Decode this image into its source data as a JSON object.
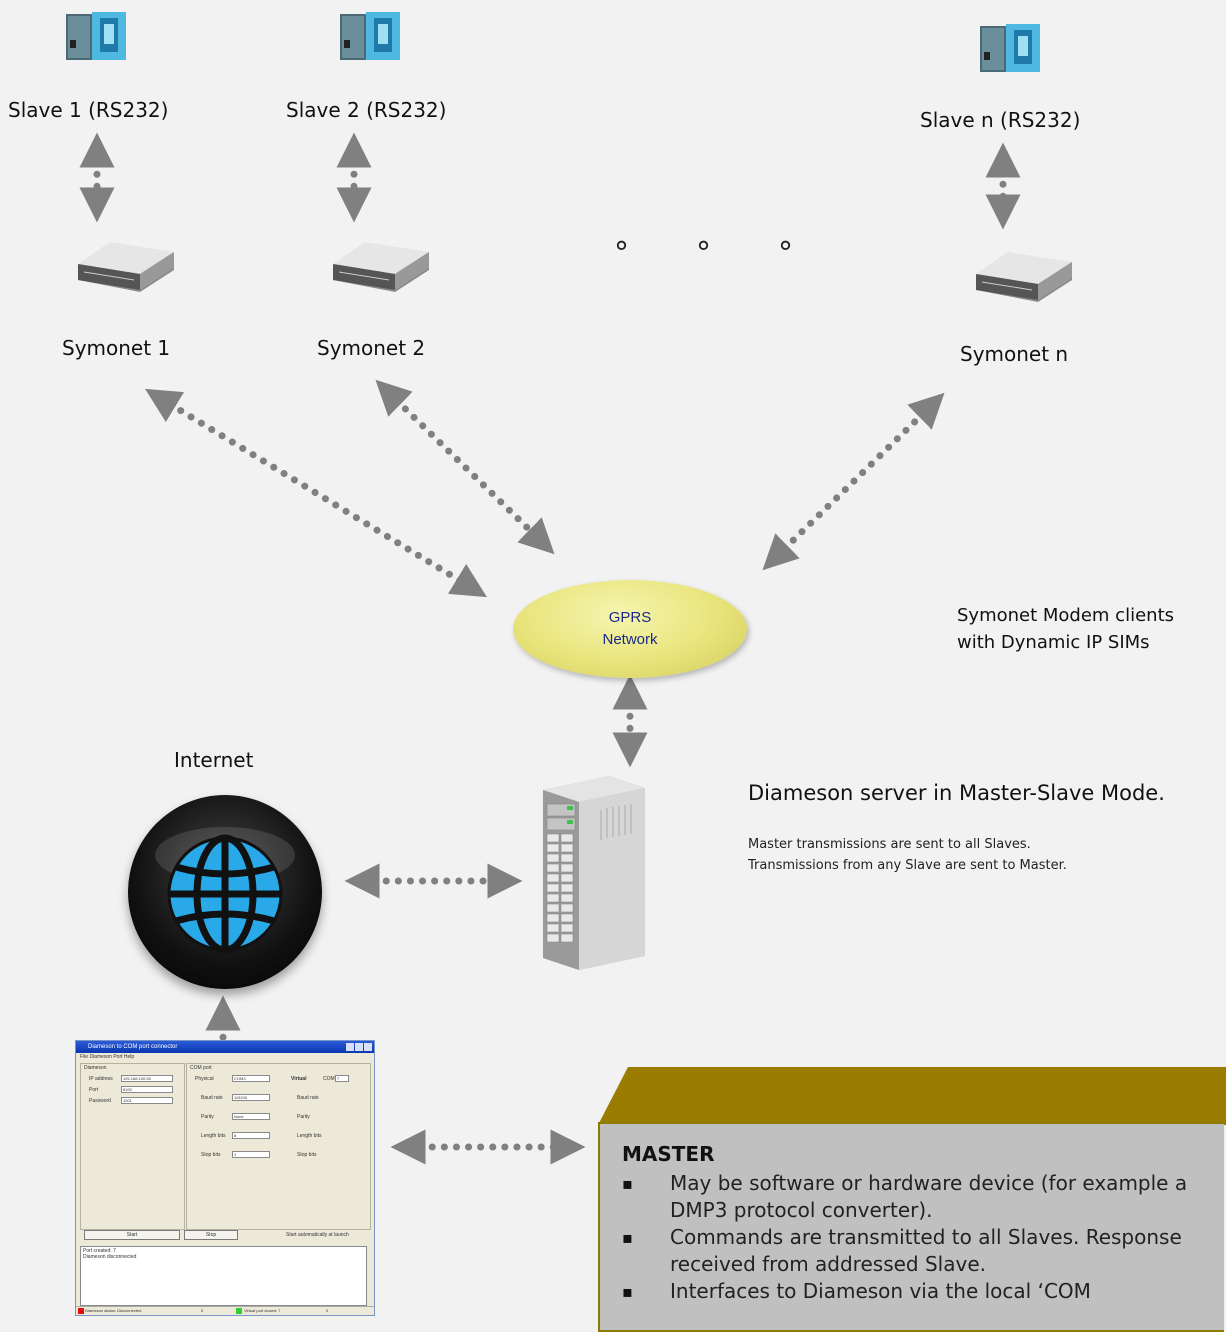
{
  "slaves": [
    {
      "label": "Slave 1 (RS232)"
    },
    {
      "label": "Slave 2 (RS232)"
    },
    {
      "label": "Slave n (RS232)"
    }
  ],
  "modems": [
    {
      "label": "Symonet 1"
    },
    {
      "label": "Symonet 2"
    },
    {
      "label": "Symonet n"
    }
  ],
  "ellipsis": [
    "°",
    "°",
    "°"
  ],
  "gprs": {
    "line1": "GPRS",
    "line2": "Network"
  },
  "clients_note": {
    "line1": "Symonet Modem clients",
    "line2": "with Dynamic IP SIMs"
  },
  "internet_label": "Internet",
  "server": {
    "title": "Diameson server in Master-Slave Mode.",
    "note1": "Master transmissions are sent to all Slaves.",
    "note2": "Transmissions from any Slave are sent to Master."
  },
  "app_window": {
    "title": "Diameson to COM port connector",
    "menu": "File   Diameson   Port   Help",
    "group_diameson": "Diameson",
    "group_com": "COM port",
    "ip_label": "IP address",
    "ip_value": "192.168.100.55",
    "port_label": "Port",
    "port_value": "8100",
    "password_label": "Password",
    "password_value": "1001",
    "physical": "Physical",
    "physical_value": "COM3",
    "virtual": "Virtual",
    "com_label": "COM",
    "com_value": "7",
    "baud_label": "Baud rate",
    "baud_value": "115200",
    "parity_label": "Parity",
    "parity_value": "None",
    "length_label": "Length bits",
    "length_value": "8",
    "stop_label": "Stop bits",
    "stop_value": "1",
    "start_btn": "Start",
    "stop_btn": "Stop",
    "auto_start": "Start automatically at launch",
    "log_line1": "Port created: 7",
    "log_line2": "Diameson disconnected",
    "status_left": "Diameson status: Disconnected",
    "status_left_n": "0",
    "status_right": "Virtual port closed: 7",
    "status_right_n": "0"
  },
  "master": {
    "title": "MASTER",
    "items": [
      "May be software or hardware device (for example a DMP3 protocol converter).",
      "Commands are transmitted to all Slaves. Response received from addressed Slave.",
      "Interfaces to Diameson via the local ‘COM"
    ]
  },
  "colors": {
    "arrow": "#808080",
    "gprs_fill": "#e8e47a",
    "gprs_text": "#1a2a8a",
    "globe_blue": "#29a9e8",
    "master_header": "#9a7d00",
    "master_body": "#c0c0c0"
  }
}
